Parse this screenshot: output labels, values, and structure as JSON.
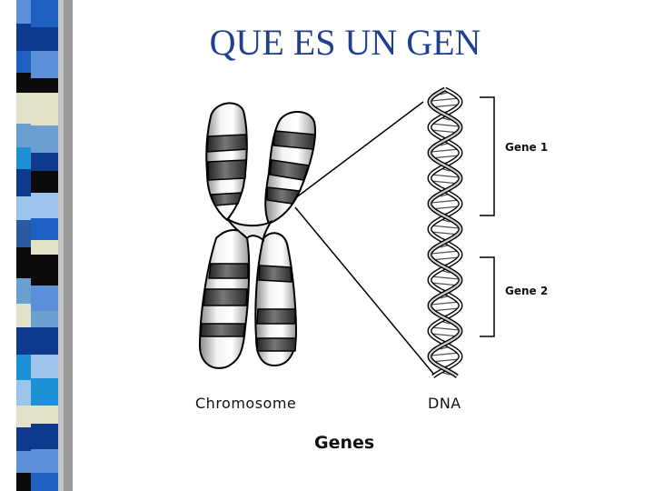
{
  "slide": {
    "title": "QUE ES UN GEN",
    "title_color": "#1f3f8f"
  },
  "figure": {
    "labels": {
      "chromosome": "Chromosome",
      "dna": "DNA",
      "gene1": "Gene 1",
      "gene2": "Gene 2"
    },
    "caption": "Genes"
  },
  "decoration": {
    "strip_colors": [
      "#5b8fd9",
      "#0d3a8c",
      "#1e5fc2",
      "#0a0a0a",
      "#e2e2c8",
      "#6a9fcf",
      "#1e90d6",
      "#9dc4ea",
      "#2c5aa0",
      "#e2e2c8"
    ]
  }
}
